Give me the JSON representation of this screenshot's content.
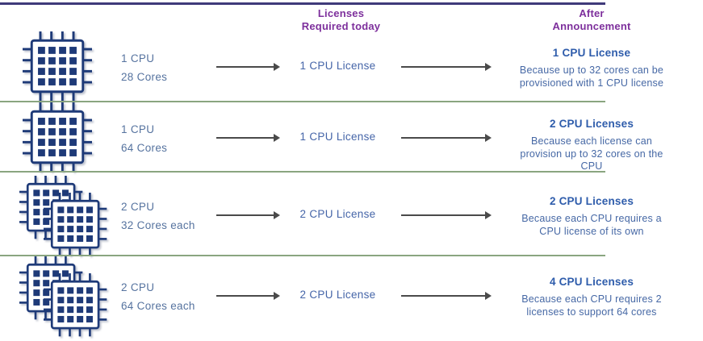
{
  "header": {
    "today_line1": "Licenses",
    "today_line2": "Required today",
    "after_line1": "After",
    "after_line2": "Announcement"
  },
  "rows": [
    {
      "chip_icon": "cpu-chip-icon",
      "cpu": "1 CPU",
      "cores": "28 Cores",
      "today_license": "1 CPU License",
      "after_title": "1 CPU License",
      "after_reason_lines": [
        "Because up to 32 cores can be",
        "provisioned with 1 CPU license"
      ]
    },
    {
      "chip_icon": "cpu-chip-icon",
      "cpu": "1 CPU",
      "cores": "64 Cores",
      "today_license": "1 CPU License",
      "after_title": "2 CPU Licenses",
      "after_reason_lines": [
        "Because each license can",
        "provision up to 32 cores on the",
        "CPU"
      ]
    },
    {
      "chip_icon": "dual-cpu-chip-icon",
      "cpu": "2 CPU",
      "cores": "32 Cores each",
      "today_license": "2 CPU License",
      "after_title": "2 CPU Licenses",
      "after_reason_lines": [
        "Because each CPU requires a",
        "CPU license of its own"
      ]
    },
    {
      "chip_icon": "dual-cpu-chip-icon",
      "cpu": "2 CPU",
      "cores": "64 Cores each",
      "today_license": "2 CPU License",
      "after_title": "4 CPU Licenses",
      "after_reason_lines": [
        "Because each CPU requires 2",
        "licenses to support 64 cores"
      ]
    }
  ],
  "colors": {
    "chip_navy": "#1e3a78",
    "header_purple": "#7d2f9c",
    "separator_green": "#8aa580",
    "top_rule_purple": "#3f3a7a",
    "cpu_desc_blue": "#56739f",
    "license_blue": "#4565a8",
    "after_title_blue": "#2e5cab",
    "after_body_blue": "#4668a5",
    "arrow_gray": "#4a4a4a"
  }
}
